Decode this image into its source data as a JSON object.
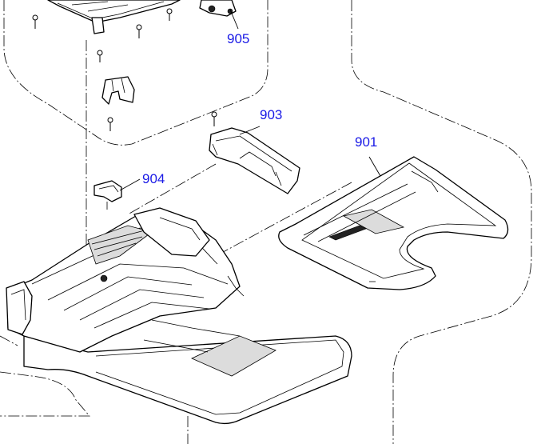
{
  "diagram": {
    "label_color": "#1a1ae6",
    "line_color": "#000000",
    "callouts": [
      {
        "id": "905",
        "text": "905"
      },
      {
        "id": "903",
        "text": "903"
      },
      {
        "id": "901",
        "text": "901"
      },
      {
        "id": "904",
        "text": "904"
      }
    ]
  }
}
